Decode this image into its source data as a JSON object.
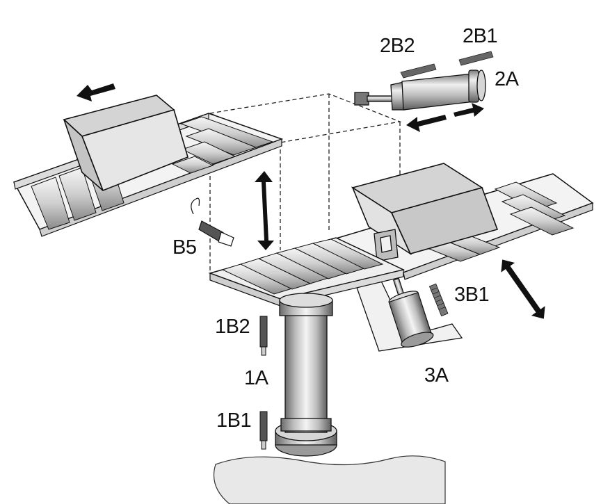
{
  "labels": {
    "l_2b2": "2B2",
    "l_2b1": "2B1",
    "l_2a": "2A",
    "l_b5": "B5",
    "l_3b1": "3B1",
    "l_1b2": "1B2",
    "l_1a": "1A",
    "l_3a": "3A",
    "l_1b1": "1B1"
  },
  "colors": {
    "line": "#111111",
    "metal_light": "#eeeeee",
    "metal_mid": "#bdbdbd",
    "metal_dark": "#6b6b6b",
    "box_face": "#e6e6e6",
    "box_top": "#d4d4d4",
    "box_side": "#c4c4c4",
    "ground": "#e8e8e8"
  }
}
